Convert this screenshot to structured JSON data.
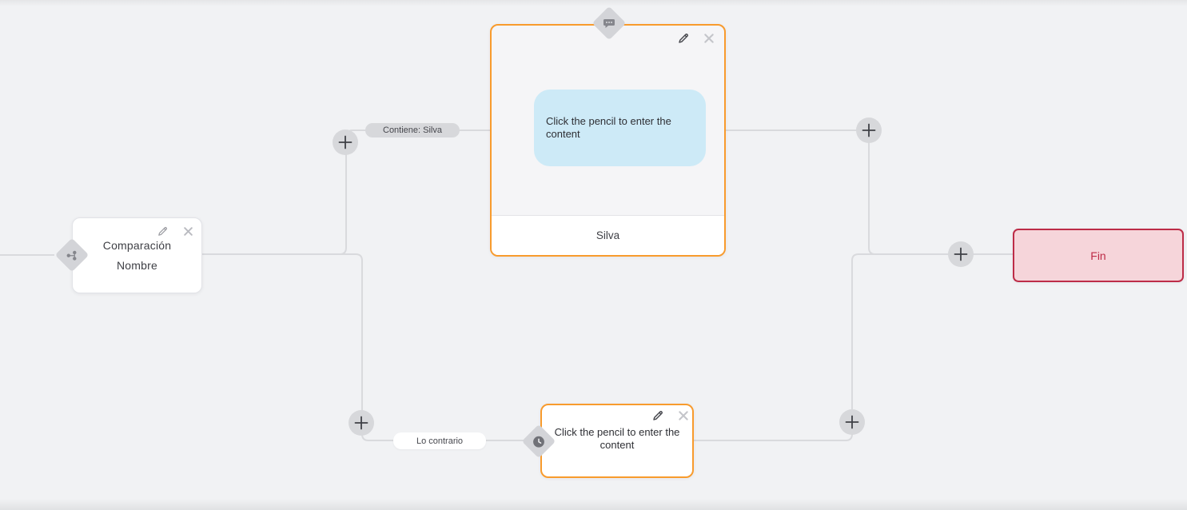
{
  "canvas": {
    "background": "#f1f2f4",
    "edge_color": "#d9dadd",
    "accent_orange": "#f89b2d"
  },
  "nodes": {
    "condition": {
      "type": "condition",
      "icon": "branch-icon",
      "title_line1": "Comparación",
      "title_line2": "Nombre"
    },
    "message": {
      "type": "message",
      "icon": "chat-bubble-icon",
      "bubble_text": "Click the pencil to enter the content",
      "footer_text": "Silva",
      "bubble_bg": "#cdeaf7",
      "border_color": "#f89b2d"
    },
    "delay": {
      "type": "delay",
      "icon": "clock-icon",
      "body_text": "Click the pencil to enter the content",
      "border_color": "#f89b2d"
    },
    "end": {
      "type": "end",
      "label": "Fin",
      "bg": "#f6d5da",
      "border_color": "#bd2c47",
      "text_color": "#bd2c47"
    }
  },
  "edge_labels": {
    "contains": {
      "text": "Contiene: Silva"
    },
    "otherwise": {
      "text": "Lo contrario"
    }
  },
  "buttons": {
    "add_node_icon": "plus-icon",
    "edit_icon": "pencil-icon",
    "delete_icon": "close-icon"
  }
}
